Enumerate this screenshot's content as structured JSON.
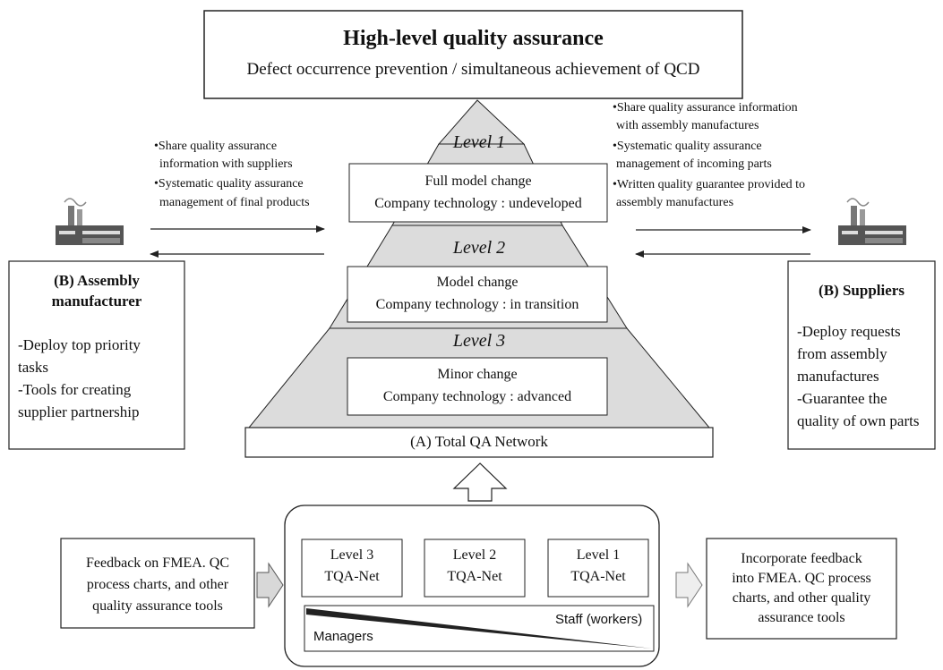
{
  "header": {
    "title": "High-level quality assurance",
    "subtitle": "Defect occurrence prevention / simultaneous achievement of QCD"
  },
  "pyramid": {
    "levels": [
      {
        "label": "Level 1",
        "change": "Full model change",
        "tech": "Company technology : undeveloped"
      },
      {
        "label": "Level 2",
        "change": "Model change",
        "tech": "Company technology : in transition"
      },
      {
        "label": "Level 3",
        "change": "Minor change",
        "tech": "Company technology : advanced"
      }
    ],
    "base": "(A) Total QA Network"
  },
  "left_notes": {
    "line1": "•Share quality assurance",
    "line2": "information with suppliers",
    "line3": "•Systematic quality assurance",
    "line4": "management of final products"
  },
  "right_notes": {
    "line1": "•Share quality assurance information",
    "line2": "with assembly manufactures",
    "line3": "•Systematic quality assurance",
    "line4": "management of incoming parts",
    "line5": "•Written quality guarantee provided to",
    "line6": "assembly manufactures"
  },
  "assembly_box": {
    "title": "(B) Assembly\nmanufacturer",
    "body": "-Deploy top priority\ntasks\n-Tools for creating\nsupplier partnership"
  },
  "suppliers_box": {
    "title": "(B) Suppliers",
    "body": "-Deploy requests\nfrom assembly\nmanufactures\n-Guarantee the\nquality of own parts"
  },
  "bottom": {
    "left_box": "Feedback on FMEA. QC\nprocess charts, and other\nquality assurance tools",
    "right_box": "Incorporate feedback\ninto FMEA. QC process\ncharts, and other quality\nassurance tools",
    "nets": [
      {
        "level": "Level 3",
        "net": "TQA-Net"
      },
      {
        "level": "Level 2",
        "net": "TQA-Net"
      },
      {
        "level": "Level 1",
        "net": "TQA-Net"
      }
    ],
    "managers": "Managers",
    "staff": "Staff (workers)"
  },
  "colors": {
    "pyramid_fill": "#dcdcdc",
    "line": "#222222",
    "factory": "#666666"
  },
  "icons": {
    "factory": "factory-icon",
    "arrow": "arrow-icon"
  }
}
